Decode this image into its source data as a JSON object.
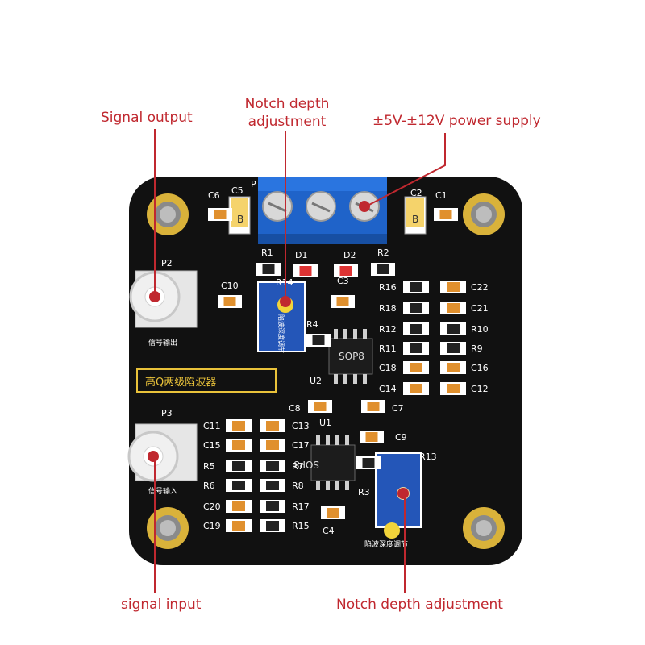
{
  "labels": {
    "signal_output": "Signal output",
    "notch_depth_top_line1": "Notch depth",
    "notch_depth_top_line2": "adjustment",
    "power_supply": "±5V-±12V power supply",
    "signal_input": "signal input",
    "notch_depth_bottom": "Notch depth adjustment"
  },
  "silkscreen": {
    "title": "高Q两级陷波器",
    "p2": "P2",
    "p3": "P3",
    "p2_sub": "信号输出",
    "p3_sub": "信号输入",
    "r14": "R14",
    "r13": "R13",
    "r4": "R4",
    "r3": "R3",
    "r1": "R1",
    "r2": "R2",
    "d1": "D1",
    "d2": "D2",
    "c5": "C5",
    "c6": "C6",
    "c2": "C2",
    "c1": "C1",
    "c10": "C10",
    "c3": "C3",
    "c8": "C8",
    "c7": "C7",
    "c9": "C9",
    "c4": "C4",
    "u1": "U1",
    "u2": "U2",
    "p1": "P",
    "sop8": "SOP8",
    "sop8_flipped": "SOP8",
    "cap_b": "B",
    "r13_sub": "陷波深度调节",
    "r14_sub": "陷波深度调节",
    "right_col_left": [
      "R16",
      "R18",
      "R12",
      "R11",
      "C18",
      "C14"
    ],
    "right_col_right": [
      "C22",
      "C21",
      "R10",
      "R9",
      "C16",
      "C12"
    ],
    "left_col_left": [
      "C11",
      "C15",
      "R5",
      "R6",
      "C20",
      "C19"
    ],
    "left_col_right": [
      "C13",
      "C17",
      "R7",
      "R8",
      "R17",
      "R15"
    ]
  },
  "colors": {
    "board": "#111111",
    "annotation": "#c0282f",
    "silk": "#ffffff",
    "terminal_blue": "#1f63c9",
    "pot_blue": "#2456b8",
    "pad_gold": "#d9b23a",
    "title_gold": "#e9c23a"
  }
}
